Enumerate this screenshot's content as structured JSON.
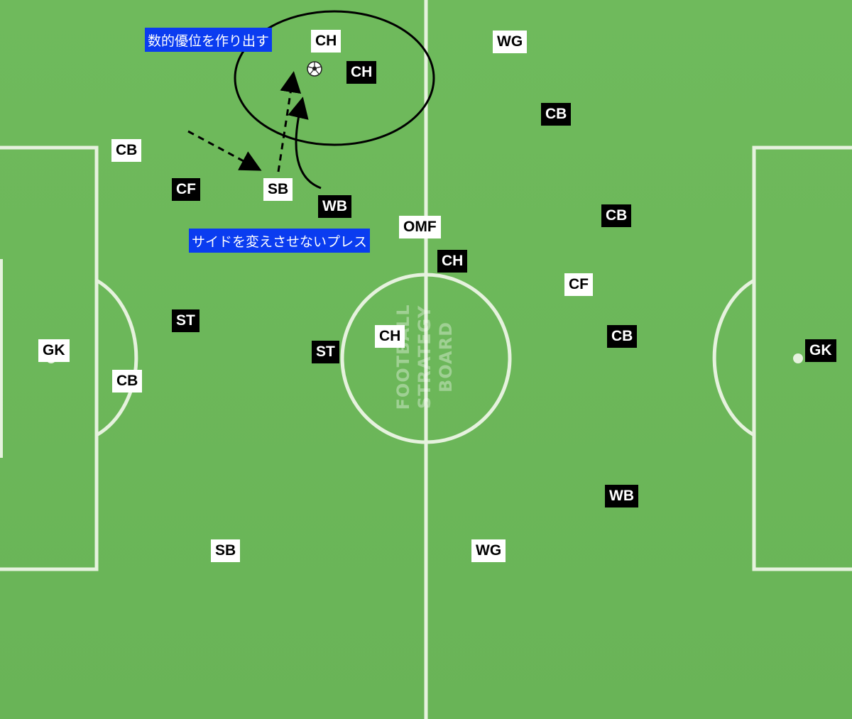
{
  "notes": {
    "create_superiority": "数的優位を作り出す",
    "press_label": "サイドを変えさせないプレス"
  },
  "players": {
    "ch_top_white": "CH",
    "ch_top_black": "CH",
    "wg_top_white": "WG",
    "cb_right_top_black": "CB",
    "cb_left_white": "CB",
    "cf_black": "CF",
    "sb_white_top": "SB",
    "wb_black_top": "WB",
    "omf_white": "OMF",
    "cb_right_mid_black": "CB",
    "ch_center_black": "CH",
    "cf_white": "CF",
    "st_black_left": "ST",
    "ch_center_white": "CH",
    "st_black_center": "ST",
    "cb_right_low_black": "CB",
    "gk_left_white": "GK",
    "gk_right_black": "GK",
    "cb_left_low_white": "CB",
    "wb_black_low": "WB",
    "sb_white_low": "SB",
    "wg_white_low": "WG"
  },
  "watermark": [
    "FOOTBALL",
    "STRATEGY",
    "BOARD"
  ],
  "colors": {
    "pitch": "#6cb65a",
    "line": "#e6f2de",
    "note_bg": "#0a3cf0",
    "team_white": "#ffffff",
    "team_black": "#000000"
  }
}
